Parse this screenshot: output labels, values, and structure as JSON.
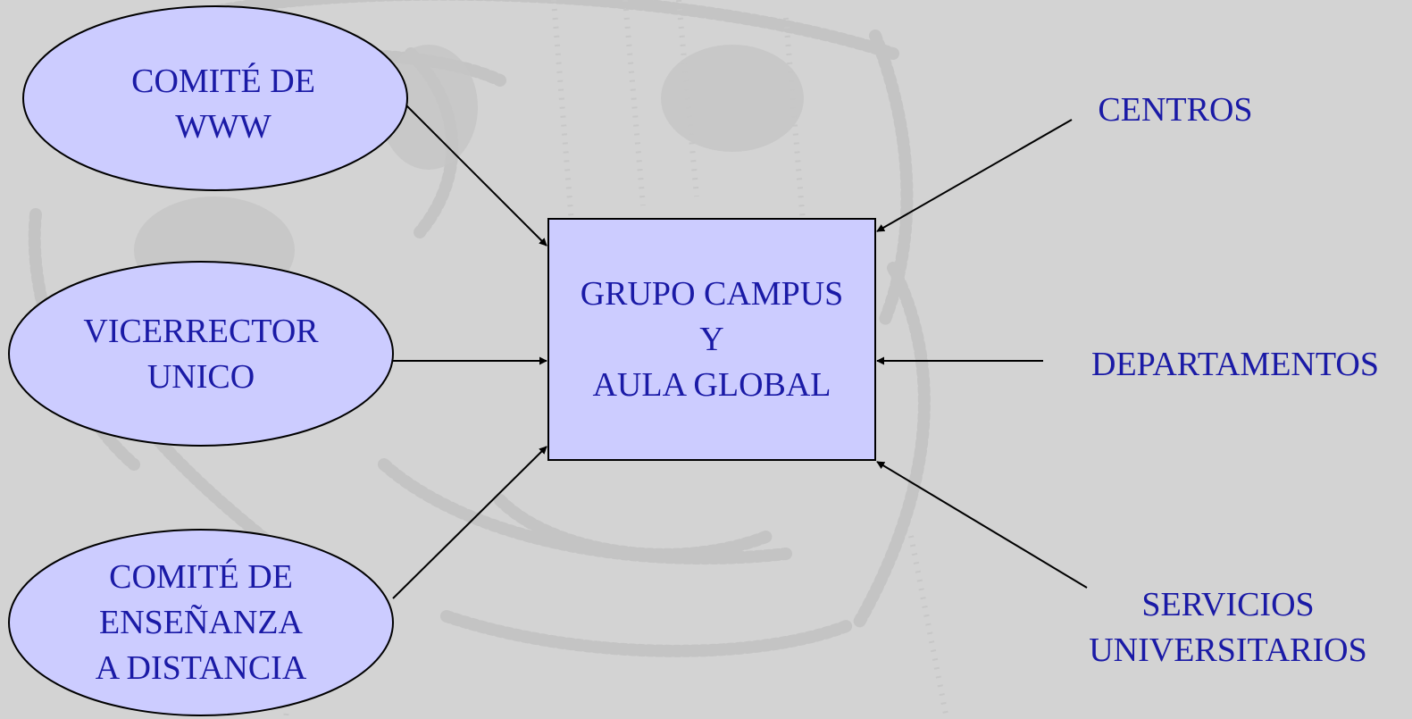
{
  "colors": {
    "background": "#d3d3d3",
    "watermark": "#c4c4c4",
    "node_fill": "#ccccff",
    "text": "#1a1aa6",
    "lines": "#000000"
  },
  "nodes": {
    "comite_www": {
      "lines": [
        "COMITÉ DE",
        "WWW"
      ]
    },
    "vicerrector": {
      "lines": [
        "VICERRECTOR",
        "UNICO"
      ]
    },
    "comite_ensenanza": {
      "lines": [
        "COMITÉ DE",
        "ENSEÑANZA",
        "A DISTANCIA"
      ]
    },
    "center": {
      "lines": [
        "GRUPO CAMPUS",
        "Y",
        "AULA GLOBAL"
      ]
    },
    "centros": {
      "lines": [
        "CENTROS"
      ]
    },
    "departamentos": {
      "lines": [
        "DEPARTAMENTOS"
      ]
    },
    "servicios": {
      "lines": [
        "SERVICIOS",
        "UNIVERSITARIOS"
      ]
    }
  },
  "edges": [
    {
      "from": "comite_www",
      "to": "center"
    },
    {
      "from": "vicerrector",
      "to": "center"
    },
    {
      "from": "comite_ensenanza",
      "to": "center"
    },
    {
      "from": "centros",
      "to": "center"
    },
    {
      "from": "departamentos",
      "to": "center"
    },
    {
      "from": "servicios",
      "to": "center"
    }
  ]
}
